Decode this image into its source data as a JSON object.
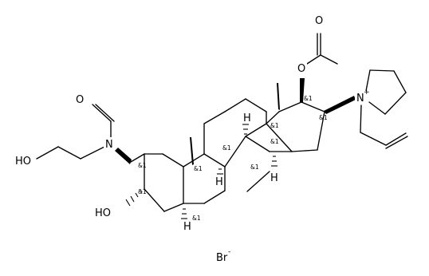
{
  "molecule": {
    "atoms": {
      "o_carbonyl_formyl": "O",
      "n_amide": "N",
      "hydroxyethyl_o": "HO",
      "ring_a_oh": "HO",
      "o_ester": "O",
      "o_carbonyl_acetyl": "O",
      "n_pyrrolidinium": "N",
      "n_charge": "+",
      "h_c8": "H",
      "h_c9": "H",
      "h_c14": "H",
      "h_c5": "H"
    },
    "stereo_label": "&1",
    "counterion": {
      "symbol": "Br",
      "charge": "-"
    }
  }
}
